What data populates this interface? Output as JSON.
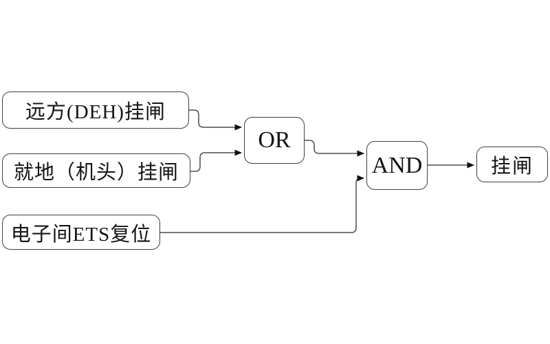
{
  "diagram": {
    "type": "logic-flow-diagram",
    "background": "#ffffff",
    "stroke_color": "#3d3d3d",
    "wire_color": "#4d4d4d",
    "arrow_color": "#111111",
    "text_color": "#141414",
    "nodes": {
      "remote": {
        "label": "远方(DEH)挂闸",
        "shape": "rounded-rect",
        "role": "input"
      },
      "local": {
        "label": "就地（机头）挂闸",
        "shape": "rounded-rect",
        "role": "input"
      },
      "ets": {
        "label": "电子间ETS复位",
        "shape": "rounded-rect",
        "role": "input"
      },
      "or_gate": {
        "label": "OR",
        "shape": "rounded-rect",
        "role": "logic-gate"
      },
      "and_gate": {
        "label": "AND",
        "shape": "rounded-rect",
        "role": "logic-gate"
      },
      "output": {
        "label": "挂闸",
        "shape": "rounded-rect",
        "role": "output"
      }
    },
    "edges": [
      {
        "from": "remote",
        "to": "or_gate",
        "arrow": true
      },
      {
        "from": "local",
        "to": "or_gate",
        "arrow": true
      },
      {
        "from": "or_gate",
        "to": "and_gate",
        "arrow": true
      },
      {
        "from": "ets",
        "to": "and_gate",
        "arrow": true
      },
      {
        "from": "and_gate",
        "to": "output",
        "arrow": true
      }
    ]
  }
}
